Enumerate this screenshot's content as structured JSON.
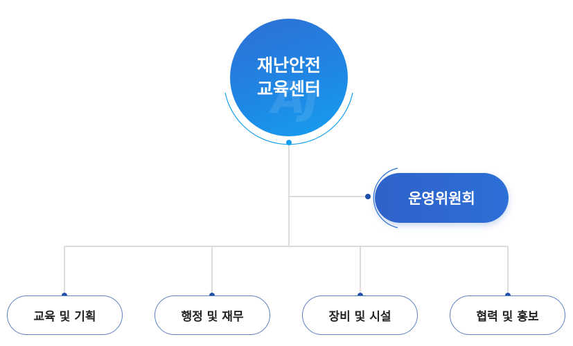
{
  "root": {
    "line1": "재난안전",
    "line2": "교육센터",
    "watermark": "AJ"
  },
  "committee": {
    "label": "운영위원회"
  },
  "departments": [
    {
      "label": "교육 및 기획"
    },
    {
      "label": "행정 및 재무"
    },
    {
      "label": "장비 및 시설"
    },
    {
      "label": "협력 및 홍보"
    }
  ],
  "colors": {
    "primary": "#2c6fd6",
    "accent": "#169fef",
    "connector": "#dcdcdc",
    "dot": "#1f4fa8",
    "dept_border": "#5d7fbf"
  }
}
